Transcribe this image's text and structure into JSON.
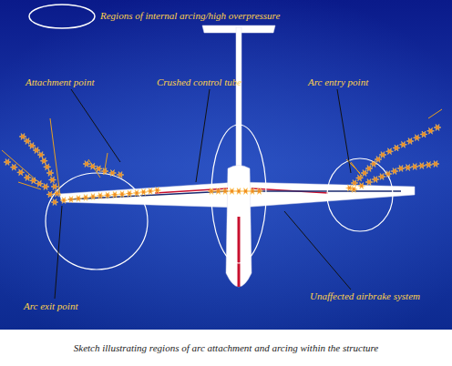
{
  "diagram": {
    "caption": "Sketch illustrating regions of arc attachment and arcing within the structure",
    "labels": [
      "Attachment point",
      "Crushed control tube",
      "Arc entry point",
      "Arc exit point",
      "Unaffected airbrake system"
    ],
    "legend": [
      {
        "text": "Regions of internal arcing/high overpressure"
      }
    ]
  }
}
